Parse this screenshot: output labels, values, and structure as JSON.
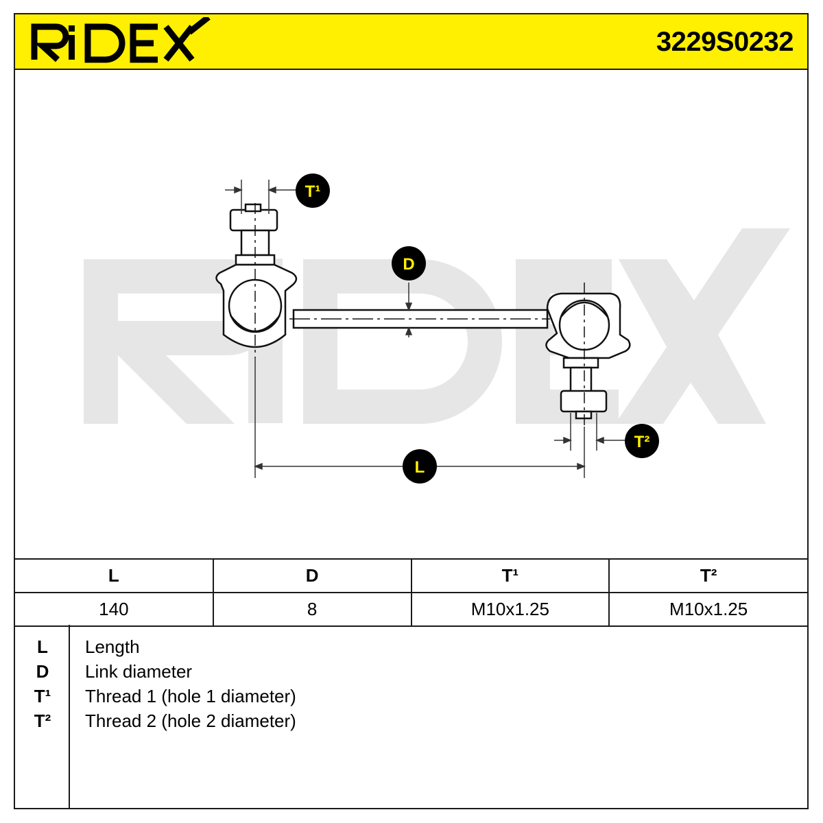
{
  "header": {
    "brand": "RIDEX",
    "part_number": "3229S0232",
    "brand_color": "#ffef00"
  },
  "drawing": {
    "watermark": "RIDEX",
    "markers": {
      "t1": "T¹",
      "d": "D",
      "t2": "T²",
      "l": "L"
    },
    "marker_colors": {
      "fill": "#000000",
      "text": "#ffef00"
    }
  },
  "spec_table": {
    "headers": [
      "L",
      "D",
      "T¹",
      "T²"
    ],
    "values": [
      "140",
      "8",
      "M10x1.25",
      "M10x1.25"
    ]
  },
  "legend": [
    {
      "code": "L",
      "text": "Length"
    },
    {
      "code": "D",
      "text": "Link diameter"
    },
    {
      "code": "T¹",
      "text": "Thread 1 (hole 1 diameter)"
    },
    {
      "code": "T²",
      "text": "Thread 2 (hole 2 diameter)"
    }
  ]
}
